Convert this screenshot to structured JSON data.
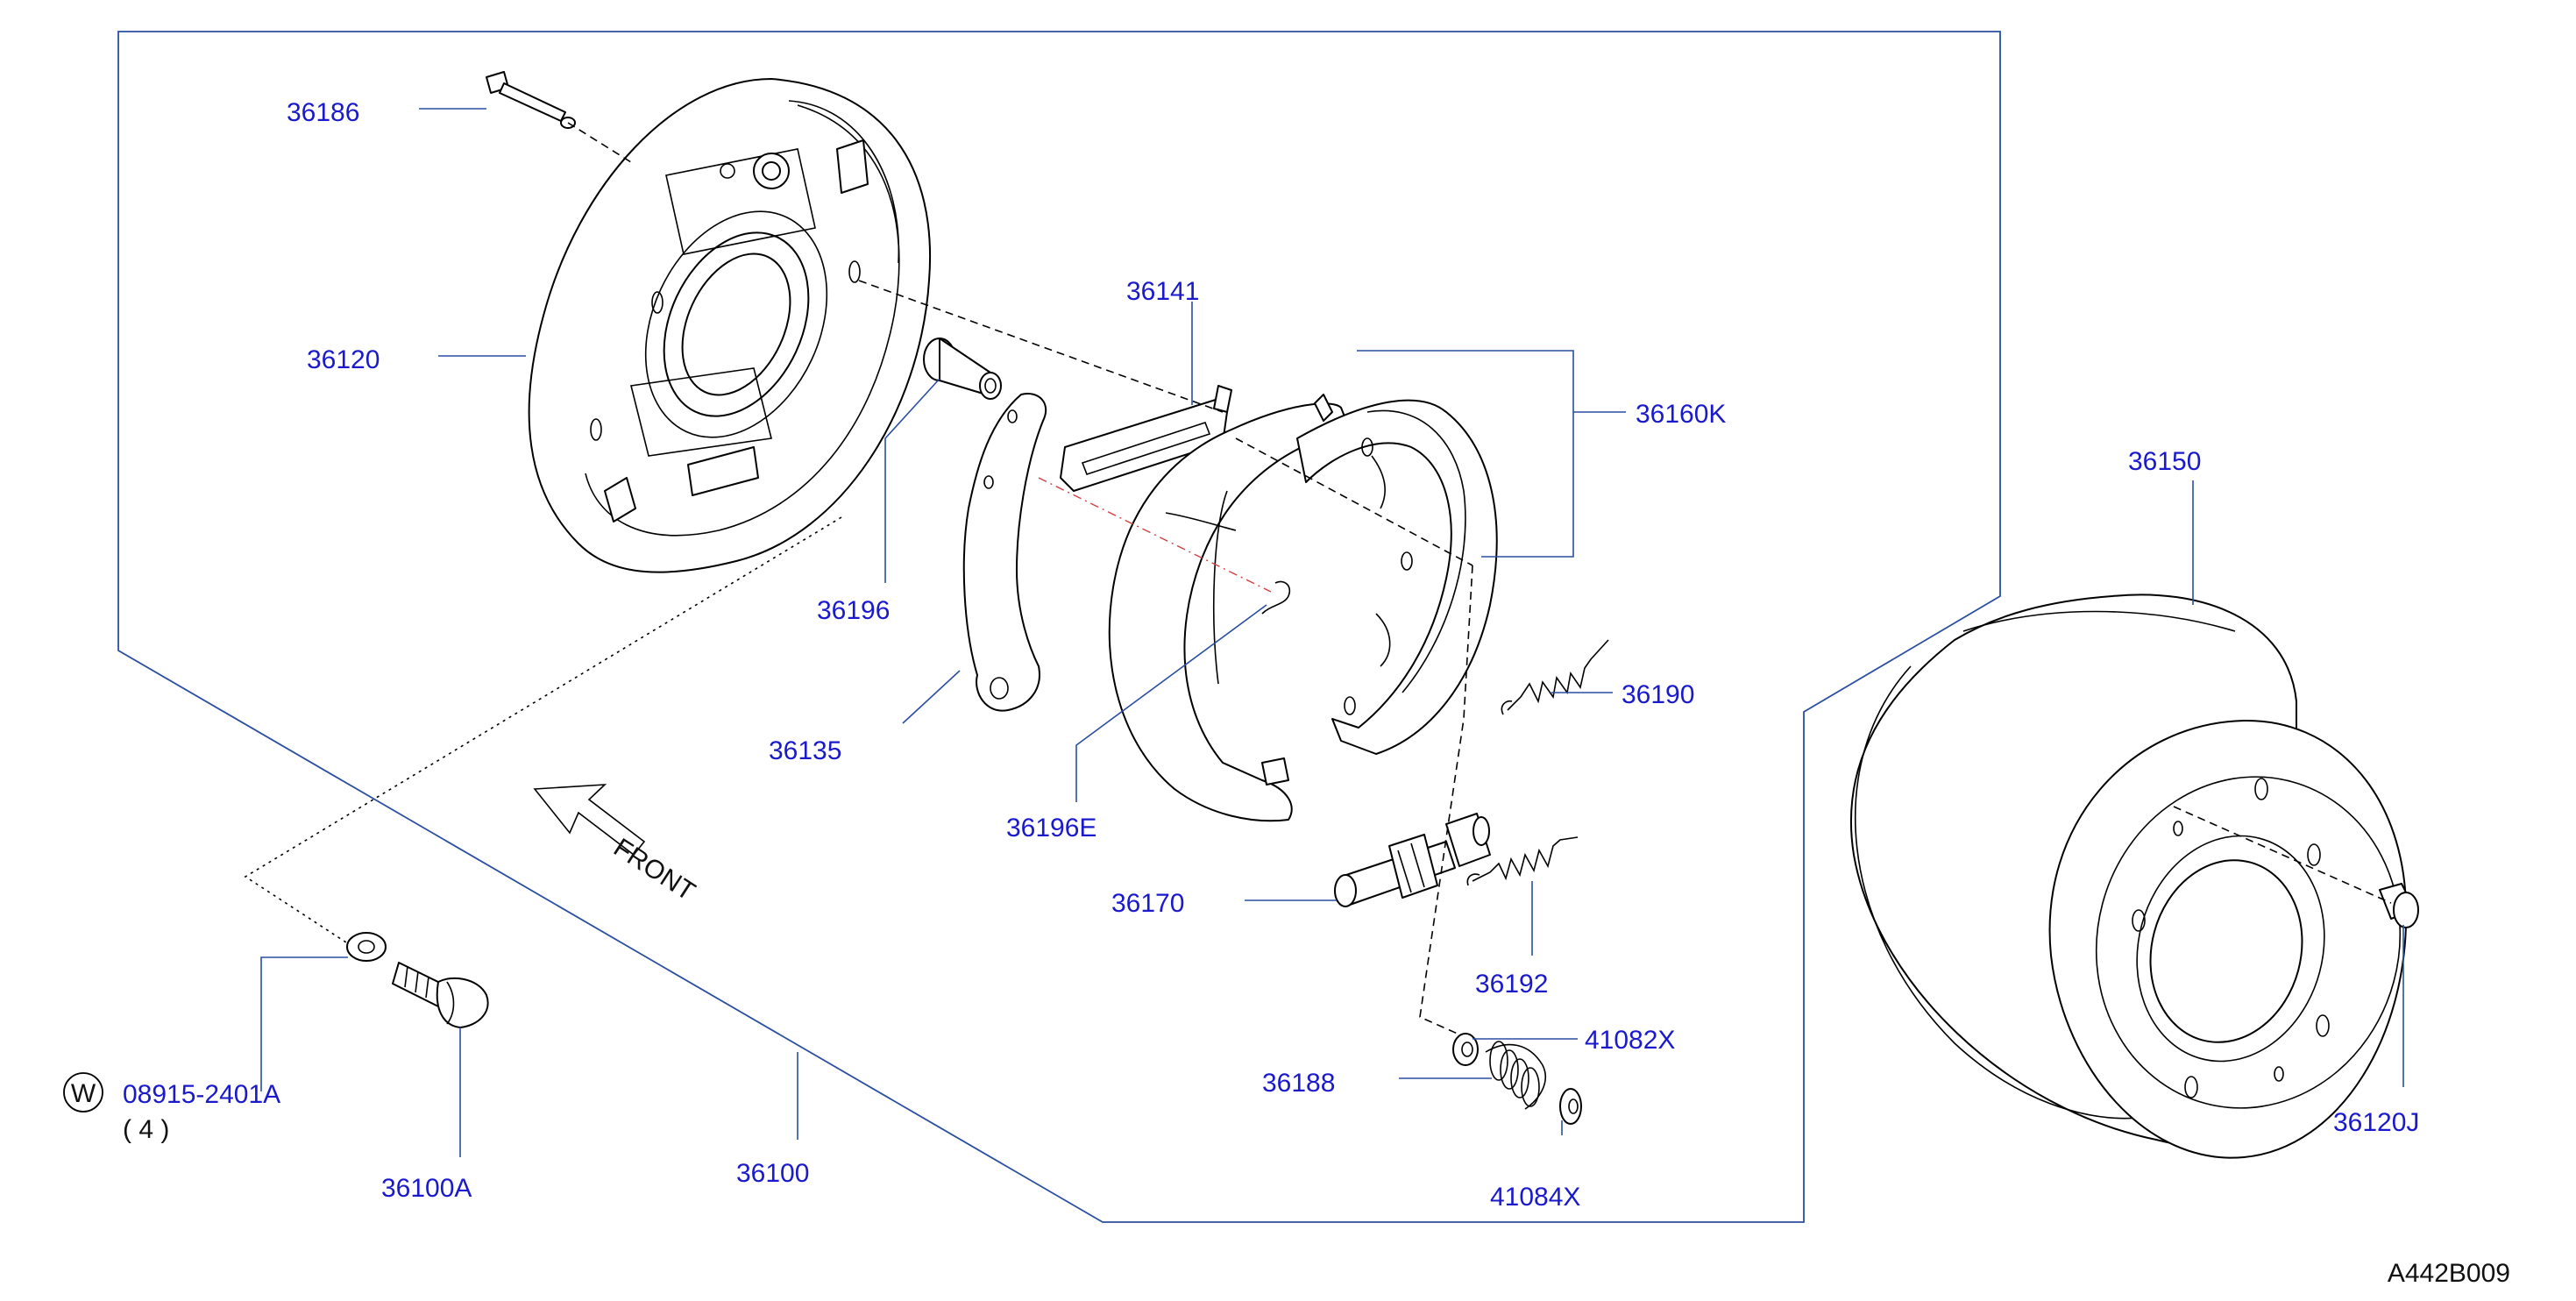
{
  "colors": {
    "label": "#1a1acc",
    "leader": "#2a4fa0",
    "line": "#000000"
  },
  "labels": {
    "p36186": "36186",
    "p36120": "36120",
    "p36141": "36141",
    "p36160K": "36160K",
    "p36150": "36150",
    "p36196": "36196",
    "p36190": "36190",
    "p36135": "36135",
    "p36196E": "36196E",
    "p36170": "36170",
    "p36192": "36192",
    "p41082X": "41082X",
    "p36188": "36188",
    "p41084X": "41084X",
    "p36120J": "36120J",
    "p08915": "08915-2401A",
    "qty": "( 4 )",
    "p36100A": "36100A",
    "p36100": "36100",
    "front": "FRONT",
    "w_mark": "W",
    "diagram_code": "A442B009"
  }
}
